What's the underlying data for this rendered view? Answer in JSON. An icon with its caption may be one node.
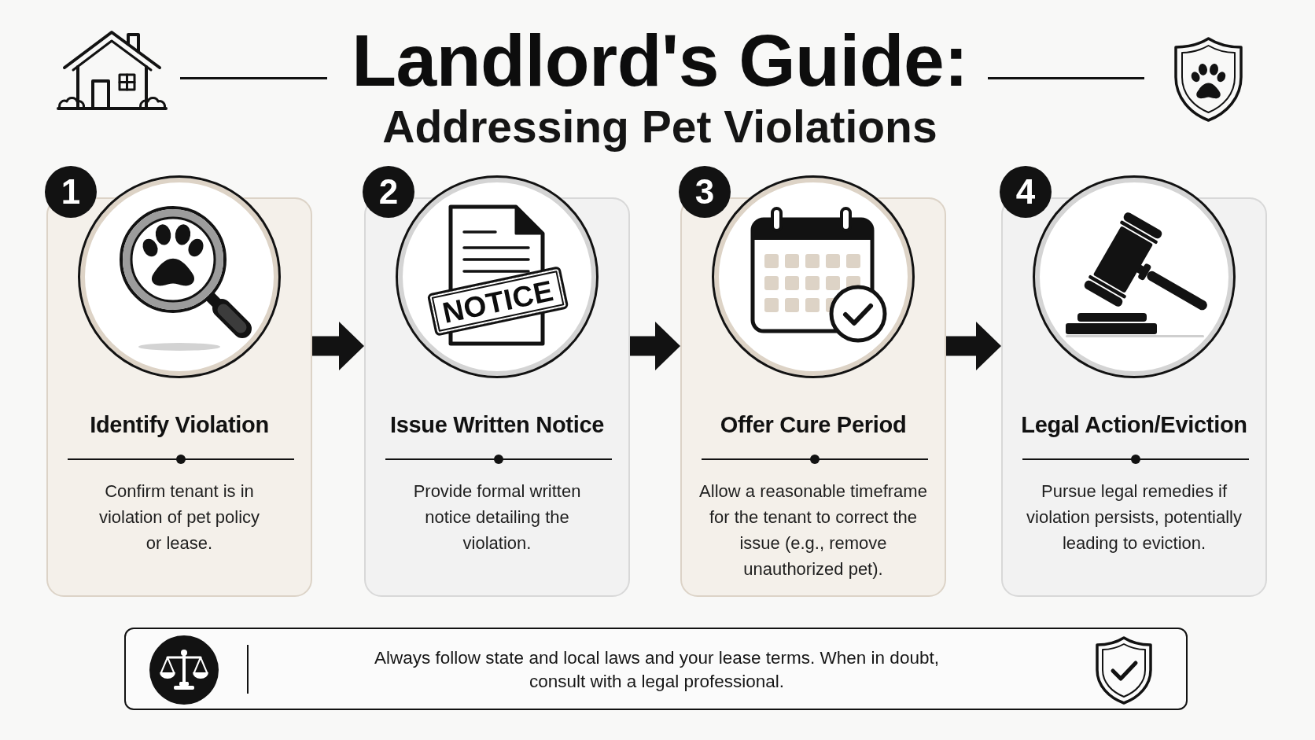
{
  "diagram": {
    "title": "Landlord's Guide:",
    "nodes": [
      {
        "text": [
          "1"
        ]
      },
      {
        "text": [
          "Identify Violation",
          "Confirm tenant is in violation of pet policy or lease."
        ]
      },
      {
        "text": [
          "2"
        ]
      },
      {
        "text": [
          "Issue Written Notice",
          "Provide formal written notice detailing the violation."
        ]
      },
      {
        "text": [
          "3"
        ]
      },
      {
        "text": [
          "Offer Cure Period",
          "Allow a reasonable timeframe for the tenant to correct the issue (e.g., remove unauthorized pet)."
        ]
      },
      {
        "text": [
          "4"
        ]
      },
      {
        "text": [
          "Legal Action/Eviction",
          "Pursue legal remedies if violation persists, potentially leading to eviction."
        ]
      },
      {
        "text": [
          "Always follow state and local laws and your lease terms. When in doubt, consult with a legal professional."
        ]
      }
    ],
    "edges": [
      {
        "from": 1,
        "to": 3,
        "arrow": "to"
      },
      {
        "from": 3,
        "to": 5,
        "arrow": "to"
      },
      {
        "from": 5,
        "to": 7,
        "arrow": "to"
      }
    ],
    "labels": [
      "Addressing Pet Violations",
      "NOTICE"
    ]
  }
}
